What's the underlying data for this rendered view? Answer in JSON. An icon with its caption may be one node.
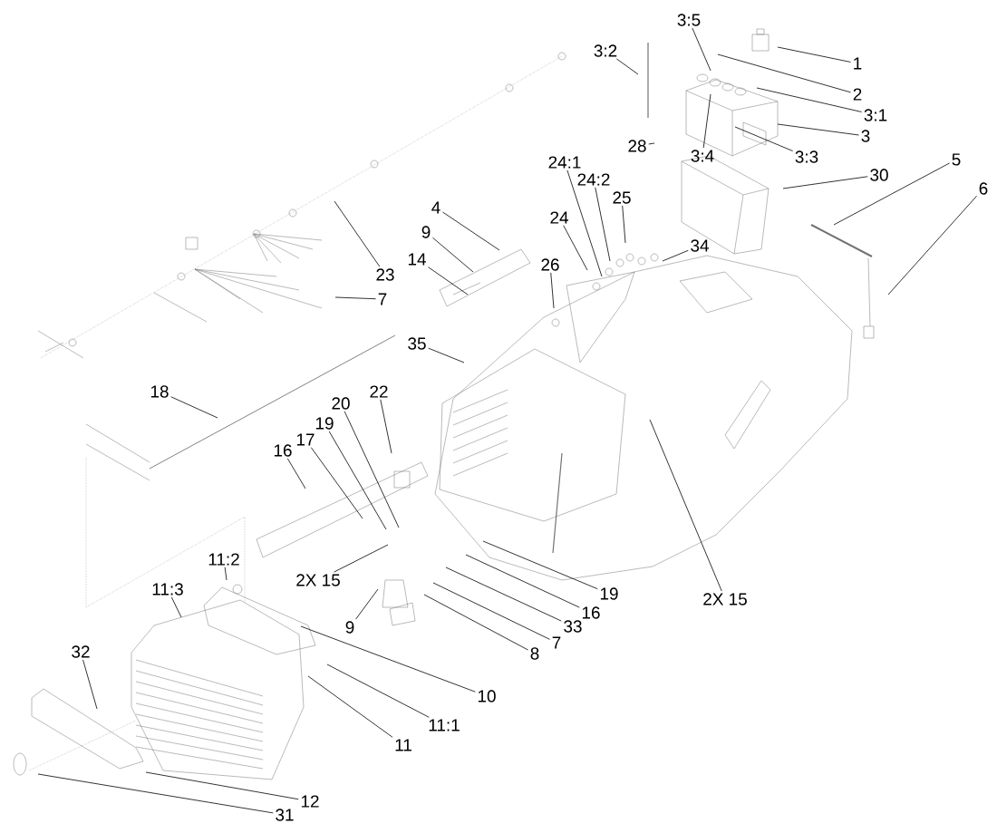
{
  "diagram": {
    "nodes": [
      {
        "text": [
          "3:5"
        ]
      },
      {
        "text": [
          "1"
        ]
      },
      {
        "text": [
          "3:2"
        ]
      },
      {
        "text": [
          "2"
        ]
      },
      {
        "text": [
          "3:1"
        ]
      },
      {
        "text": [
          "3"
        ]
      },
      {
        "text": [
          "28"
        ]
      },
      {
        "text": [
          "3:4"
        ]
      },
      {
        "text": [
          "3:3"
        ]
      },
      {
        "text": [
          "24:1"
        ]
      },
      {
        "text": [
          "5"
        ]
      },
      {
        "text": [
          "30"
        ]
      },
      {
        "text": [
          "24:2"
        ]
      },
      {
        "text": [
          "6"
        ]
      },
      {
        "text": [
          "25"
        ]
      },
      {
        "text": [
          "4"
        ]
      },
      {
        "text": [
          "24"
        ]
      },
      {
        "text": [
          "9"
        ]
      },
      {
        "text": [
          "34"
        ]
      },
      {
        "text": [
          "14"
        ]
      },
      {
        "text": [
          "26"
        ]
      },
      {
        "text": [
          "23"
        ]
      },
      {
        "text": [
          "7"
        ]
      },
      {
        "text": [
          "35"
        ]
      },
      {
        "text": [
          "18"
        ]
      },
      {
        "text": [
          "22"
        ]
      },
      {
        "text": [
          "20"
        ]
      },
      {
        "text": [
          "19"
        ]
      },
      {
        "text": [
          "17"
        ]
      },
      {
        "text": [
          "16"
        ]
      },
      {
        "text": [
          "11:2"
        ]
      },
      {
        "text": [
          "2X 15"
        ]
      },
      {
        "text": [
          "19"
        ]
      },
      {
        "text": [
          "11:3"
        ]
      },
      {
        "text": [
          "2X 15"
        ]
      },
      {
        "text": [
          "16"
        ]
      },
      {
        "text": [
          "33"
        ]
      },
      {
        "text": [
          "9"
        ]
      },
      {
        "text": [
          "7"
        ]
      },
      {
        "text": [
          "32"
        ]
      },
      {
        "text": [
          "8"
        ]
      },
      {
        "text": [
          "10"
        ]
      },
      {
        "text": [
          "11:1"
        ]
      },
      {
        "text": [
          "11"
        ]
      },
      {
        "text": [
          "12"
        ]
      },
      {
        "text": [
          "31"
        ]
      }
    ],
    "edges": [
      {
        "from": 0,
        "to": null,
        "arrow": "none"
      },
      {
        "from": 1,
        "to": null,
        "arrow": "none"
      },
      {
        "from": 2,
        "to": null,
        "arrow": "none"
      },
      {
        "from": 3,
        "to": null,
        "arrow": "none"
      },
      {
        "from": 4,
        "to": null,
        "arrow": "none"
      },
      {
        "from": 5,
        "to": null,
        "arrow": "none"
      },
      {
        "from": 6,
        "to": null,
        "arrow": "none"
      },
      {
        "from": 7,
        "to": null,
        "arrow": "none"
      },
      {
        "from": 8,
        "to": null,
        "arrow": "none"
      },
      {
        "from": 9,
        "to": null,
        "arrow": "none"
      },
      {
        "from": 10,
        "to": null,
        "arrow": "none"
      },
      {
        "from": 11,
        "to": null,
        "arrow": "none"
      },
      {
        "from": 12,
        "to": null,
        "arrow": "none"
      },
      {
        "from": 13,
        "to": null,
        "arrow": "none"
      },
      {
        "from": 14,
        "to": null,
        "arrow": "none"
      },
      {
        "from": 15,
        "to": null,
        "arrow": "none"
      },
      {
        "from": 16,
        "to": null,
        "arrow": "none"
      },
      {
        "from": 17,
        "to": null,
        "arrow": "none"
      },
      {
        "from": 18,
        "to": null,
        "arrow": "none"
      },
      {
        "from": 19,
        "to": null,
        "arrow": "none"
      },
      {
        "from": 20,
        "to": null,
        "arrow": "none"
      },
      {
        "from": 21,
        "to": null,
        "arrow": "none"
      },
      {
        "from": 22,
        "to": null,
        "arrow": "none"
      },
      {
        "from": 23,
        "to": null,
        "arrow": "none"
      },
      {
        "from": 24,
        "to": null,
        "arrow": "none"
      },
      {
        "from": 25,
        "to": null,
        "arrow": "none"
      },
      {
        "from": 26,
        "to": null,
        "arrow": "none"
      },
      {
        "from": 27,
        "to": null,
        "arrow": "none"
      },
      {
        "from": 28,
        "to": null,
        "arrow": "none"
      },
      {
        "from": 29,
        "to": null,
        "arrow": "none"
      },
      {
        "from": 30,
        "to": null,
        "arrow": "none"
      },
      {
        "from": 31,
        "to": null,
        "arrow": "none"
      },
      {
        "from": 32,
        "to": null,
        "arrow": "none"
      },
      {
        "from": 33,
        "to": null,
        "arrow": "none"
      },
      {
        "from": 34,
        "to": null,
        "arrow": "none"
      },
      {
        "from": 35,
        "to": null,
        "arrow": "none"
      },
      {
        "from": 36,
        "to": null,
        "arrow": "none"
      },
      {
        "from": 37,
        "to": null,
        "arrow": "none"
      },
      {
        "from": 38,
        "to": null,
        "arrow": "none"
      },
      {
        "from": 39,
        "to": null,
        "arrow": "none"
      },
      {
        "from": 40,
        "to": null,
        "arrow": "none"
      },
      {
        "from": 41,
        "to": null,
        "arrow": "none"
      },
      {
        "from": 42,
        "to": null,
        "arrow": "none"
      },
      {
        "from": 43,
        "to": null,
        "arrow": "none"
      },
      {
        "from": 44,
        "to": null,
        "arrow": "none"
      },
      {
        "from": 45,
        "to": null,
        "arrow": "none"
      }
    ]
  }
}
